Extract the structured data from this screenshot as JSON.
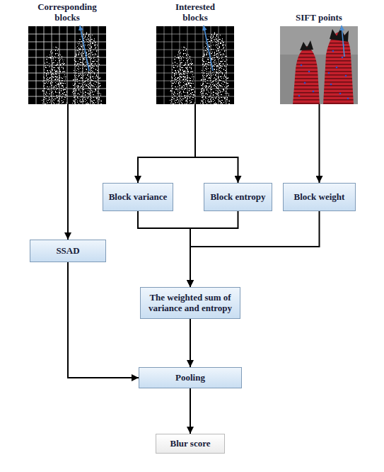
{
  "diagram": {
    "nodes": [
      {
        "text": [
          "Corresponding blocks"
        ]
      },
      {
        "text": [
          "Interested blocks"
        ]
      },
      {
        "text": [
          "SIFT points"
        ]
      },
      {
        "text": [
          "Block variance"
        ]
      },
      {
        "text": [
          "Block entropy"
        ]
      },
      {
        "text": [
          "Block weight"
        ]
      },
      {
        "text": [
          "SSAD"
        ]
      },
      {
        "text": [
          "The weighted sum of variance and entropy"
        ]
      },
      {
        "text": [
          "Pooling"
        ]
      },
      {
        "text": [
          "Blur score"
        ]
      }
    ],
    "edges": [
      {
        "from": 0,
        "to": 6,
        "arrow": "to"
      },
      {
        "from": 1,
        "to": 3,
        "arrow": "to"
      },
      {
        "from": 1,
        "to": 4,
        "arrow": "to"
      },
      {
        "from": 2,
        "to": 5,
        "arrow": "to"
      },
      {
        "from": 3,
        "to": 7,
        "arrow": "to"
      },
      {
        "from": 4,
        "to": 7,
        "arrow": "to"
      },
      {
        "from": 5,
        "to": 7,
        "arrow": "to"
      },
      {
        "from": 7,
        "to": 8,
        "arrow": "to"
      },
      {
        "from": 6,
        "to": 8,
        "arrow": "to"
      },
      {
        "from": 8,
        "to": 9,
        "arrow": "to"
      }
    ]
  }
}
